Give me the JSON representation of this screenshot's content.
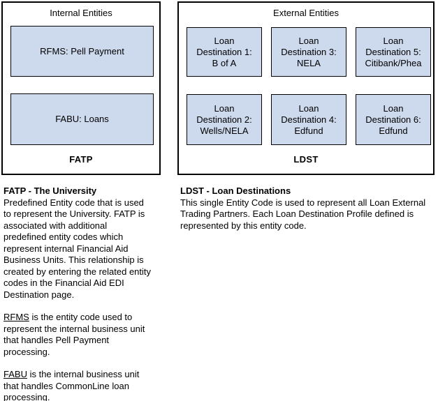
{
  "colors": {
    "background": "#ffffff",
    "box_fill": "#cdd9ec",
    "border": "#000000",
    "text": "#000000"
  },
  "diagram": {
    "internal_panel": {
      "title": "Internal Entities",
      "boxes": [
        {
          "label": "RFMS: Pell Payment"
        },
        {
          "label": "FABU: Loans"
        }
      ],
      "footer": "FATP"
    },
    "external_panel": {
      "title": "External Entities",
      "boxes": [
        {
          "lines": [
            "Loan",
            "Destination 1:",
            "B of A"
          ]
        },
        {
          "lines": [
            "Loan",
            "Destination 3:",
            "NELA"
          ]
        },
        {
          "lines": [
            "Loan",
            "Destination 5:",
            "Citibank/Phea"
          ]
        },
        {
          "lines": [
            "Loan",
            "Destination 2:",
            "Wells/NELA"
          ]
        },
        {
          "lines": [
            "Loan",
            "Destination 4:",
            "Edfund"
          ]
        },
        {
          "lines": [
            "Loan",
            "Destination 6:",
            "Edfund"
          ]
        }
      ],
      "footer": "LDST"
    }
  },
  "descriptions": {
    "fatp": {
      "heading": "FATP - The University",
      "paragraph": [
        "Predefined Entity code that is used",
        "to represent the University. FATP is",
        "associated with additional",
        "predefined entity codes which",
        "represent internal Financial Aid",
        "Business Units. This relationship is",
        "created by entering the related entity",
        "codes in the Financial Aid EDI",
        "Destination page."
      ],
      "rfms_term": "RFMS",
      "rfms_rest": [
        " is the entity code used to",
        "represent the internal business unit",
        "that handles Pell Payment",
        "processing."
      ],
      "fabu_term": "FABU",
      "fabu_rest": [
        " is the internal business unit",
        "that handles CommonLine loan",
        "processing."
      ]
    },
    "ldst": {
      "heading": "LDST - Loan Destinations",
      "paragraph": [
        "This single Entity Code is used to represent all Loan External",
        "Trading Partners. Each Loan Destination Profile defined is",
        "represented by this entity code."
      ]
    }
  }
}
